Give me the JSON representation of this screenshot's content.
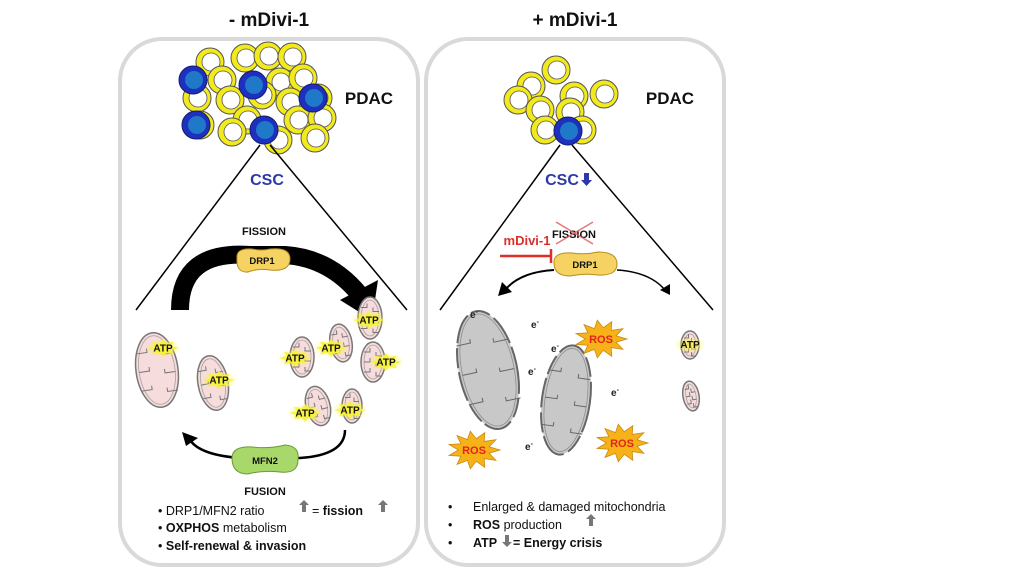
{
  "left_panel": {
    "title": "- mDivi-1",
    "tumor_label": "PDAC",
    "csc_label": "CSC",
    "fission_label": "FISSION",
    "drp1_label": "DRP1",
    "mfn2_label": "MFN2",
    "fusion_label": "FUSION",
    "atp_label": "ATP",
    "bullets": [
      {
        "normal": "DRP1/MFN2 ratio ",
        "arrow1": "up",
        "mid": " = ",
        "bold": "fission",
        "arrow2": "up"
      },
      {
        "bold": "OXPHOS",
        "normal": " metabolism"
      },
      {
        "bold": "Self-renewal & invasion"
      }
    ]
  },
  "right_panel": {
    "title": "+ mDivi-1",
    "tumor_label": "PDAC",
    "csc_label": "CSC",
    "csc_arrow": "down",
    "inhibitor_label": "mDivi-1",
    "fission_label": "FISSION",
    "drp1_label": "DRP1",
    "electron_label": "e",
    "electron_sup": "-",
    "ros_label": "ROS",
    "atp_label": "ATP",
    "bullets": [
      {
        "normal": "Enlarged & damaged mitochondria"
      },
      {
        "bold": "ROS",
        "normal": " production",
        "arrow": "up"
      },
      {
        "bold_pre": "ATP",
        "arrow": "down",
        "bold_post": " = Energy crisis"
      }
    ]
  },
  "colors": {
    "panel_border": "#d9d9d9",
    "normal_cell_ring": "#f2ea1c",
    "csc_outer": "#1f2fbf",
    "csc_inner": "#1f78c8",
    "csc_text": "#2b3aa8",
    "drp1_fill": "#f5d262",
    "mfn2_fill": "#a8d86a",
    "mito_fill": "#f6dcdc",
    "damaged_mito_fill": "#c8c8c8",
    "ros_fill": "#f7b21a",
    "ros_text": "#e3231b",
    "inhibitor": "#d9302a",
    "atp_glow": "#f7f23c"
  }
}
